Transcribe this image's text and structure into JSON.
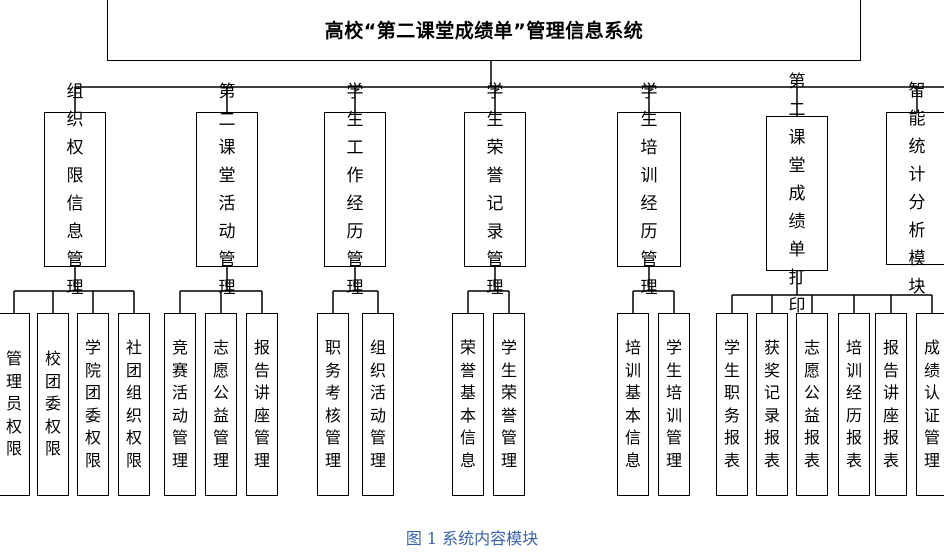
{
  "title": "高校“第二课堂成绩单”管理信息系统",
  "caption": "图 1 系统内容模块",
  "modules": [
    {
      "label": "组织权限信息管理",
      "children": [
        "管理员权限",
        "校团委权限",
        "学院团委权限",
        "社团组织权限"
      ]
    },
    {
      "label": "第二课堂活动管理",
      "children": [
        "竞赛活动管理",
        "志愿公益管理",
        "报告讲座管理"
      ]
    },
    {
      "label": "学生工作经历管理",
      "children": [
        "职务考核管理",
        "组织活动管理"
      ]
    },
    {
      "label": "学生荣誉记录管理",
      "children": [
        "荣誉基本信息",
        "学生荣誉管理"
      ]
    },
    {
      "label": "学生培训经历管理",
      "children": [
        "培训基本信息",
        "学生培训管理"
      ]
    },
    {
      "label": "第二课堂成绩单打印",
      "children": [
        "学生职务报表",
        "获奖记录报表",
        "志愿公益报表",
        "培训经历报表",
        "报告讲座报表",
        "成绩认证管理"
      ]
    },
    {
      "label": "智能统计分析模块",
      "children": []
    }
  ]
}
